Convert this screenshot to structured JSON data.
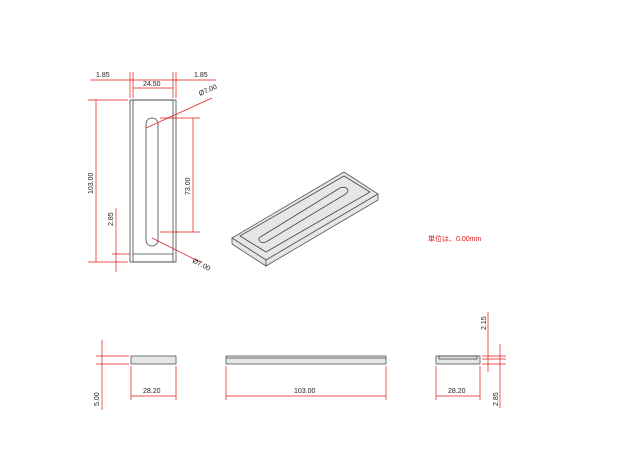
{
  "dimensions": {
    "top_left_margin": "1.85",
    "top_width": "24.50",
    "top_right_margin": "1.85",
    "hole_dia_top": "Ø7.00",
    "hole_dia_bottom": "Ø7.00",
    "total_length": "103.00",
    "slot_length": "73.00",
    "bottom_edge": "2.85",
    "side_height": "5.00",
    "side_width": "28.20",
    "front_length": "103.00",
    "end_width": "28.20",
    "end_slot_depth": "2.15",
    "end_bottom": "2.85"
  },
  "note": "単位は、0.00mm",
  "colors": {
    "dimension": "#e01818",
    "outline": "#444444",
    "fill": "#e6e6e6"
  }
}
